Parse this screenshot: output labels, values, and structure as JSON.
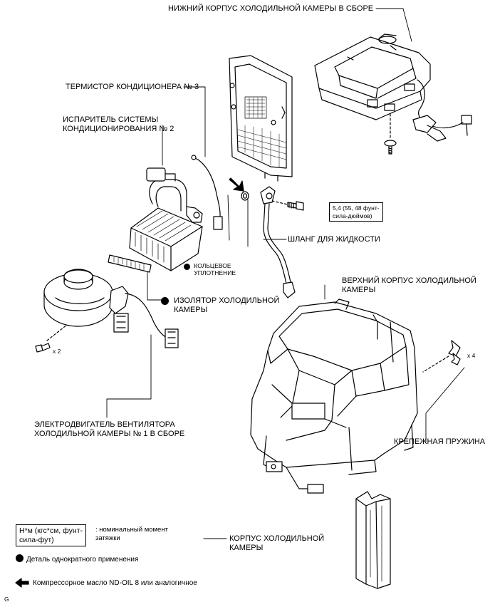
{
  "labels": {
    "lower_case": "НИЖНИЙ КОРПУС ХОЛОДИЛЬНОЙ КАМЕРЫ В СБОРЕ",
    "thermistor": "ТЕРМИСТОР КОНДИЦИОНЕРА № 3",
    "evaporator_line1": "ИСПАРИТЕЛЬ СИСТЕМЫ",
    "evaporator_line2": "КОНДИЦИОНИРОВАНИЯ № 2",
    "torque_line1": "5,4 (55, 48 фунт-",
    "torque_line2": "сила-дюймов)",
    "liquid_hose": "ШЛАНГ ДЛЯ ЖИДКОСТИ",
    "o_ring_line1": "КОЛЬЦЕВОЕ",
    "o_ring_line2": "УПЛОТНЕНИЕ",
    "insulator_line1": "ИЗОЛЯТОР ХОЛОДИЛЬНОЙ",
    "insulator_line2": "КАМЕРЫ",
    "upper_case_line1": "ВЕРХНИЙ КОРПУС ХОЛОДИЛЬНОЙ",
    "upper_case_line2": "КАМЕРЫ",
    "x2": "x 2",
    "x4": "x 4",
    "blower_line1": "ЭЛЕКТРОДВИГАТЕЛЬ ВЕНТИЛЯТОРА",
    "blower_line2": "ХОЛОДИЛЬНОЙ КАМЕРЫ № 1 В СБОРЕ",
    "clip": "КРЕПЕЖНАЯ ПРУЖИНА",
    "cooler_case_line1": "КОРПУС ХОЛОДИЛЬНОЙ",
    "cooler_case_line2": "КАМЕРЫ"
  },
  "legend": {
    "units_line1": "Н*м (кгс*см, фунт-",
    "units_line2": "сила-фут)",
    "units_desc_line1": ": номинальный момент",
    "units_desc_line2": "затяжки",
    "non_reusable": "Деталь однократного применения",
    "compressor_oil": "Компрессорное масло ND-OIL 8 или аналогичное"
  },
  "corner_mark": "G"
}
